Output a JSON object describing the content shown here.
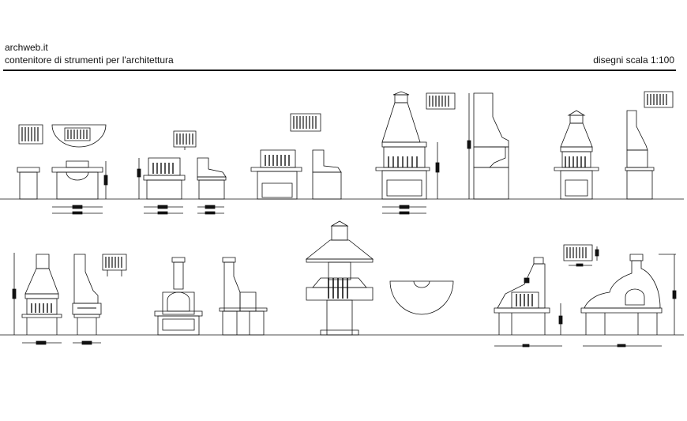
{
  "header": {
    "site": "archweb.it",
    "subtitle": "contenitore di strumenti per l'architettura",
    "scale_label": "disegni scala 1:100"
  }
}
